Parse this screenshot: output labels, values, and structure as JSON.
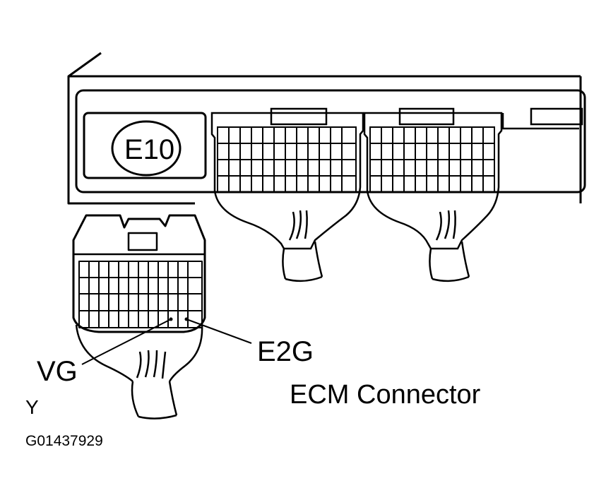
{
  "connector_code": "E10",
  "pins": {
    "vg": "VG",
    "e2g": "E2G"
  },
  "title": "ECM Connector",
  "corner_mark": "Y",
  "figure_id": "G01437929"
}
